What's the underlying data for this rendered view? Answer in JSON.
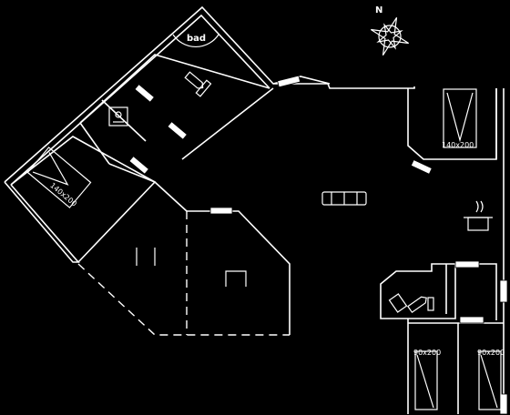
{
  "labels": {
    "bath": "bad",
    "bed_left": "140x200",
    "bed_top_right": "140x200",
    "bed_bottom_1": "90x200",
    "bed_bottom_2": "90x200",
    "compass_north": "N"
  },
  "colors": {
    "background": "#000000",
    "line": "#ffffff"
  },
  "icons": [
    "compass-rose-icon",
    "toilet-icon",
    "sink-icon",
    "shower-icon",
    "sofa-icon",
    "cooking-pot-icon",
    "double-bed-icon",
    "single-bed-icon"
  ]
}
